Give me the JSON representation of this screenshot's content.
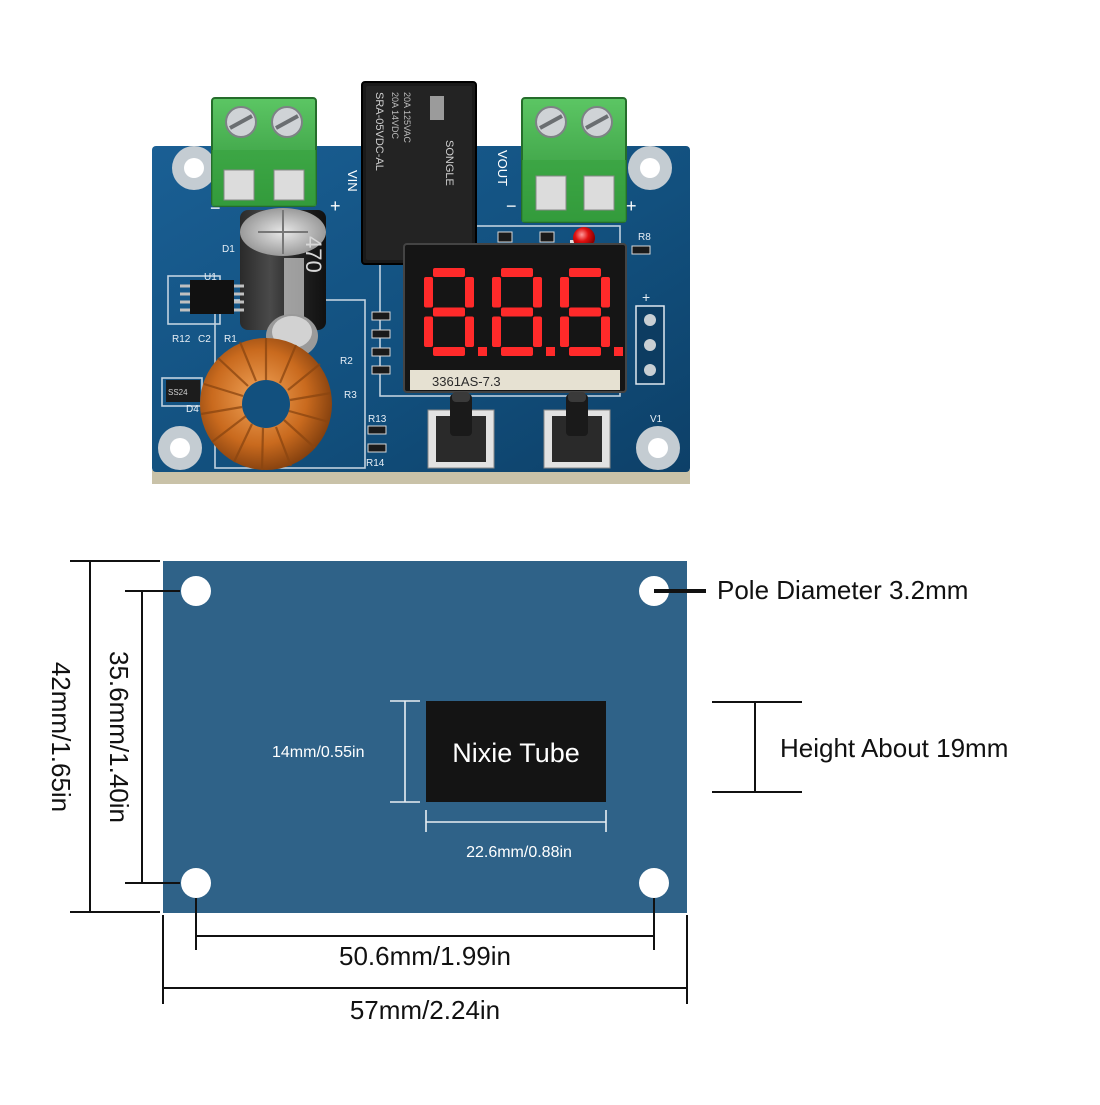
{
  "photo": {
    "input_label": "VIN",
    "output_label": "VOUT",
    "plus_sign": "+",
    "minus_sign": "−",
    "display_digits": "8.8.8.",
    "display_part": "3361AS-7.3",
    "relay_brand": "SONGLE",
    "relay_model": "SRA-05VDC-AL",
    "relay_rating_1": "20A 14VDC",
    "relay_rating_2": "20A 125VAC",
    "capacitor_label": "470",
    "silk": {
      "d1": "D1",
      "u1": "U1",
      "r12": "R12",
      "c2": "C2",
      "r1": "R1",
      "r2": "R2",
      "r3": "R3",
      "r13": "R13",
      "r14": "R14",
      "r8": "R8",
      "d4": "D4",
      "v1": "V1",
      "diode_mark": "SS24"
    }
  },
  "diagram": {
    "module_label": "Nixie Tube",
    "pole_label": "Pole Diameter 3.2mm",
    "height_label": "Height About 19mm",
    "tube_height": "14mm/0.55in",
    "tube_width": "22.6mm/0.88in",
    "hole_spacing_x": "50.6mm/1.99in",
    "board_width": "57mm/2.24in",
    "hole_spacing_y": "35.6mm/1.40in",
    "board_height": "42mm/1.65in"
  },
  "colors": {
    "pcb_photo": "#12507e",
    "pcb_diagram": "#2f6288",
    "terminal_green": "#3fae49",
    "display_black": "#151515",
    "segment_red": "#ff2a2a",
    "relay_black": "#1a1a1a",
    "copper": "#c96a1e"
  }
}
